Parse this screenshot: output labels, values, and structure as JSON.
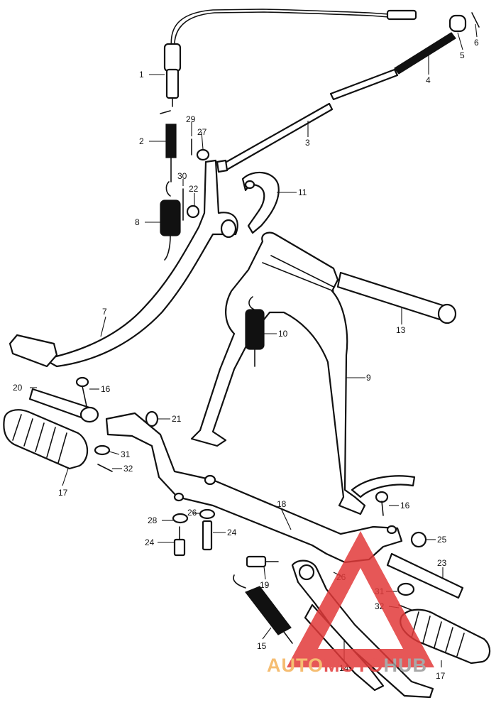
{
  "colors": {
    "line": "#111111",
    "background": "#ffffff",
    "logo_red": "#e23a3a",
    "logo_orange": "#f4b25a",
    "logo_gray": "#9a9a9a"
  },
  "callouts": [
    {
      "id": "c1",
      "label": "1"
    },
    {
      "id": "c2",
      "label": "2"
    },
    {
      "id": "c3",
      "label": "3"
    },
    {
      "id": "c4",
      "label": "4"
    },
    {
      "id": "c5",
      "label": "5"
    },
    {
      "id": "c6",
      "label": "6"
    },
    {
      "id": "c7",
      "label": "7"
    },
    {
      "id": "c8",
      "label": "8"
    },
    {
      "id": "c9",
      "label": "9"
    },
    {
      "id": "c10",
      "label": "10"
    },
    {
      "id": "c11",
      "label": "11"
    },
    {
      "id": "c13",
      "label": "13"
    },
    {
      "id": "c14",
      "label": "14"
    },
    {
      "id": "c15",
      "label": "15"
    },
    {
      "id": "c16a",
      "label": "16"
    },
    {
      "id": "c16b",
      "label": "16"
    },
    {
      "id": "c17a",
      "label": "17"
    },
    {
      "id": "c17b",
      "label": "17"
    },
    {
      "id": "c18",
      "label": "18"
    },
    {
      "id": "c19",
      "label": "19"
    },
    {
      "id": "c20",
      "label": "20"
    },
    {
      "id": "c21",
      "label": "21"
    },
    {
      "id": "c22",
      "label": "22"
    },
    {
      "id": "c23",
      "label": "23"
    },
    {
      "id": "c24a",
      "label": "24"
    },
    {
      "id": "c24b",
      "label": "24"
    },
    {
      "id": "c25",
      "label": "25"
    },
    {
      "id": "c26a",
      "label": "26"
    },
    {
      "id": "c26b",
      "label": "26"
    },
    {
      "id": "c27",
      "label": "27"
    },
    {
      "id": "c28",
      "label": "28"
    },
    {
      "id": "c29",
      "label": "29"
    },
    {
      "id": "c30",
      "label": "30"
    },
    {
      "id": "c31a",
      "label": "31"
    },
    {
      "id": "c31b",
      "label": "31"
    },
    {
      "id": "c32a",
      "label": "32"
    },
    {
      "id": "c32b",
      "label": "32"
    }
  ],
  "watermark": {
    "part1": "AUTO",
    "part2": "MOTO",
    "part3": "HUB"
  }
}
